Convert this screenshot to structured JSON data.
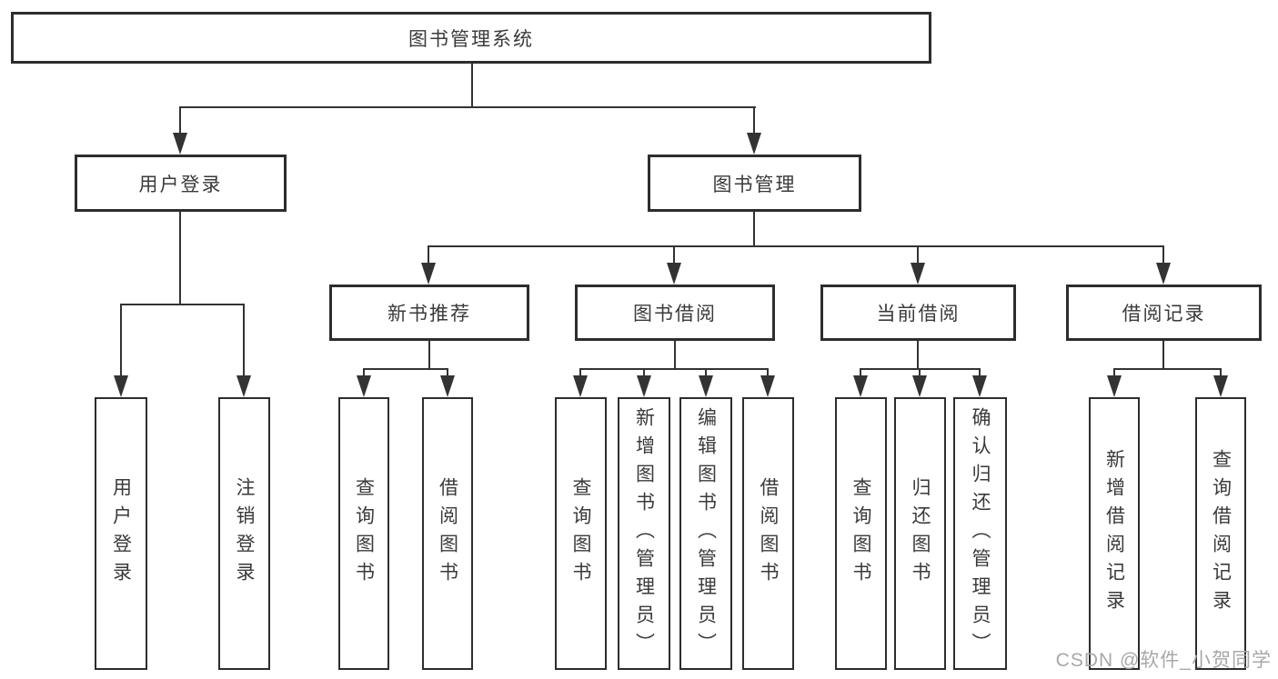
{
  "diagram": {
    "title": "图书管理系统",
    "branches": [
      {
        "label": "用户登录",
        "children": [
          {
            "label": "用户登录"
          },
          {
            "label": "注销登录"
          }
        ]
      },
      {
        "label": "图书管理",
        "children": [
          {
            "label": "新书推荐",
            "children": [
              {
                "label": "查询图书"
              },
              {
                "label": "借阅图书"
              }
            ]
          },
          {
            "label": "图书借阅",
            "children": [
              {
                "label": "查询图书"
              },
              {
                "label": "新增图书（管理员）"
              },
              {
                "label": "编辑图书（管理员）"
              },
              {
                "label": "借阅图书"
              }
            ]
          },
          {
            "label": "当前借阅",
            "children": [
              {
                "label": "查询图书"
              },
              {
                "label": "归还图书"
              },
              {
                "label": "确认归还（管理员）"
              }
            ]
          },
          {
            "label": "借阅记录",
            "children": [
              {
                "label": "新增借阅记录"
              },
              {
                "label": "查询借阅记录"
              }
            ]
          }
        ]
      }
    ]
  },
  "watermark": "CSDN @软件_小贺同学",
  "colors": {
    "background": "#ffffff",
    "line": "#333333",
    "box_border": "#2d2d2d",
    "text": "#3a3a3a",
    "watermark": "#a8a8a8"
  }
}
